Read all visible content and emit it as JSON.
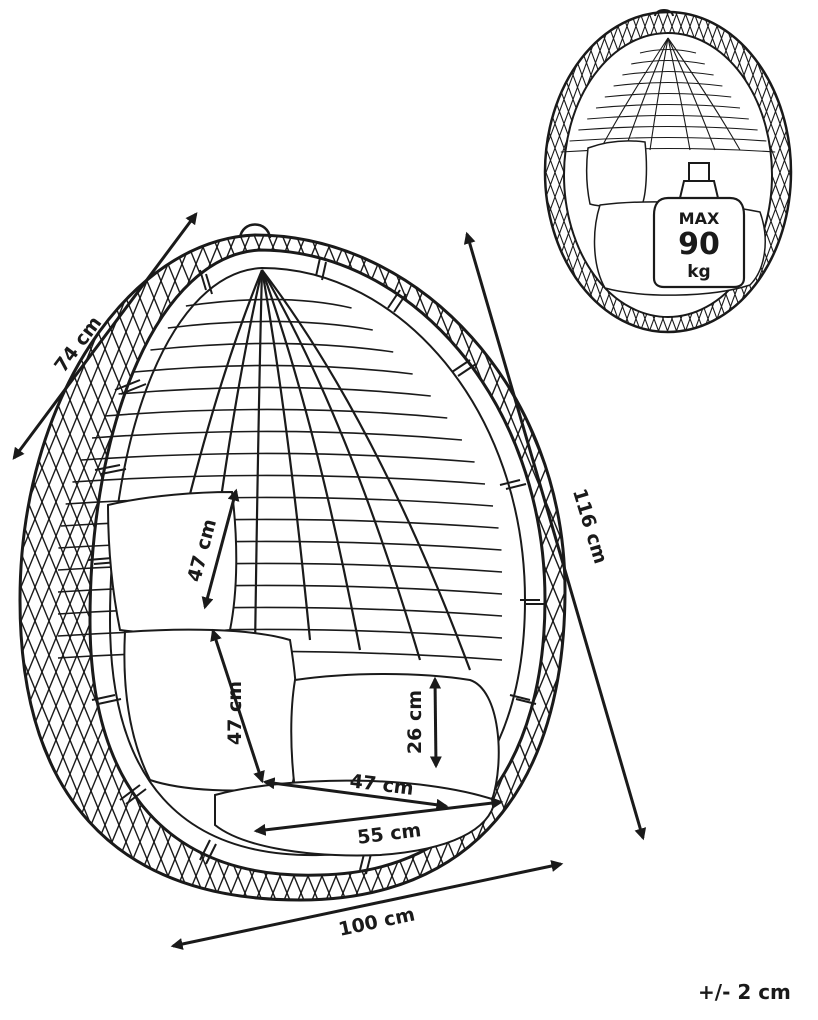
{
  "dimensions": {
    "depth": "74 cm",
    "height": "116 cm",
    "width": "100 cm",
    "back_cushion_height": "47 cm",
    "seat_cushion_height": "47 cm",
    "seat_cushion_depth": "47 cm",
    "seat_width": "55 cm",
    "side_cushion_height": "26 cm"
  },
  "max_load": {
    "label": "MAX",
    "value": "90",
    "unit": "kg"
  },
  "tolerance": "+/- 2 cm",
  "colors": {
    "line": "#1a1a1a",
    "cushion_fill": "#ffffff",
    "background": "#ffffff"
  }
}
